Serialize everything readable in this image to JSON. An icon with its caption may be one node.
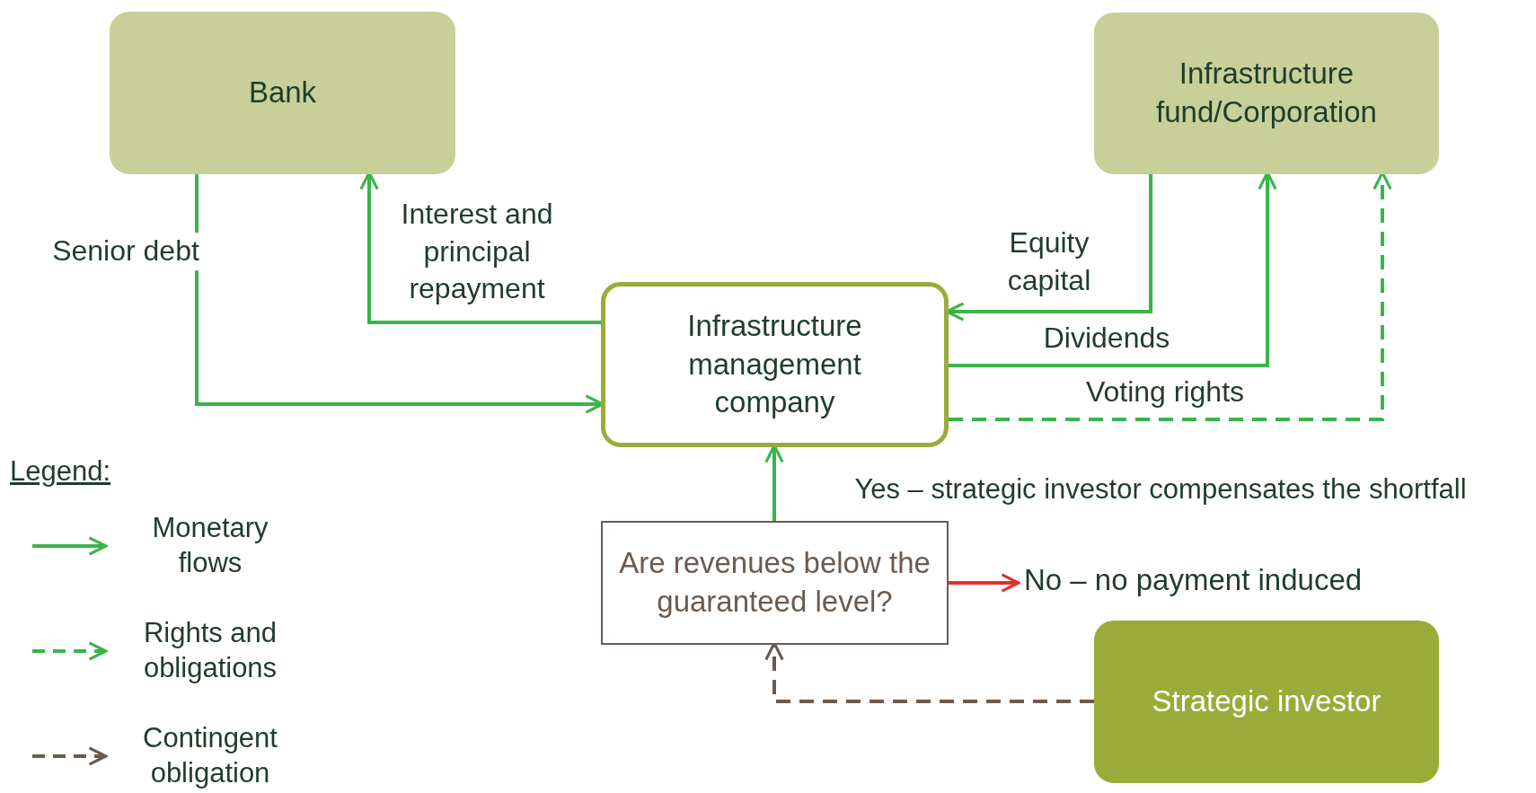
{
  "diagram": {
    "nodes": [
      {
        "text": [
          "Bank"
        ]
      },
      {
        "text": [
          "Infrastructure fund/Corporation"
        ]
      },
      {
        "text": [
          "Infrastructure management company"
        ]
      },
      {
        "text": [
          "Are revenues below the guaranteed level?"
        ]
      },
      {
        "text": [
          "No – no payment induced"
        ]
      },
      {
        "text": [
          "Strategic investor"
        ]
      }
    ],
    "edges": [
      {
        "from": 0,
        "to": 2,
        "arrow": "to",
        "label": "Senior debt"
      },
      {
        "from": 2,
        "to": 0,
        "arrow": "to",
        "label": "Interest and principal repayment"
      },
      {
        "from": 1,
        "to": 2,
        "arrow": "to",
        "label": "Equity capital"
      },
      {
        "from": 2,
        "to": 1,
        "arrow": "to",
        "label": "Dividends"
      },
      {
        "from": 2,
        "to": 1,
        "arrow": "to",
        "label": "Voting rights",
        "style": "dashed"
      },
      {
        "from": 3,
        "to": 2,
        "arrow": "to",
        "label": "Yes – strategic investor compensates the shortfall"
      },
      {
        "from": 3,
        "to": 4,
        "arrow": "to",
        "color": "#e0302e"
      },
      {
        "from": 5,
        "to": 3,
        "arrow": "to",
        "style": "dashed",
        "color": "#6b5a4e"
      }
    ],
    "labels": [
      "Legend:"
    ],
    "legend": [
      {
        "text": "Monetary flows"
      },
      {
        "text": "Rights and obligations"
      },
      {
        "text": "Contingent obligation"
      }
    ]
  }
}
